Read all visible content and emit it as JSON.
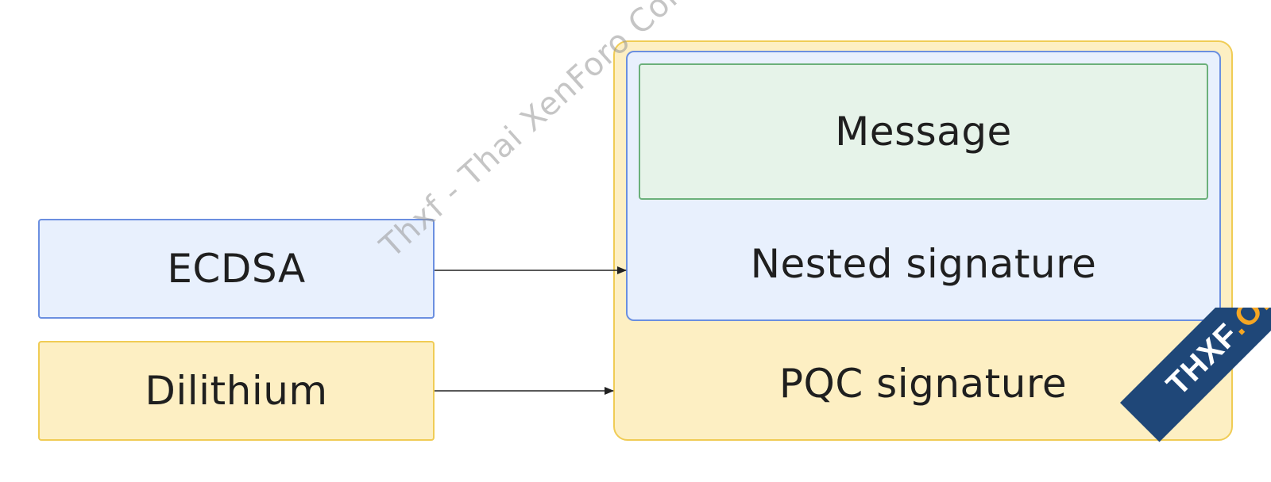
{
  "boxes": {
    "ecdsa": "ECDSA",
    "dilithium": "Dilithium",
    "message": "Message",
    "nested_signature": "Nested signature",
    "pqc_signature": "PQC signature"
  },
  "watermark": "Thxf - Thai XenForo Community",
  "badge": {
    "prefix": "THXF",
    "suffix": ".ORG"
  },
  "colors": {
    "blue_fill": "#e8f0fd",
    "blue_border": "#6b8fe0",
    "yellow_fill": "#fdefc3",
    "yellow_border": "#f0cc55",
    "green_fill": "#e6f3e9",
    "green_border": "#6bb07a",
    "badge_bg": "#1f4778",
    "badge_accent": "#f5a623"
  }
}
